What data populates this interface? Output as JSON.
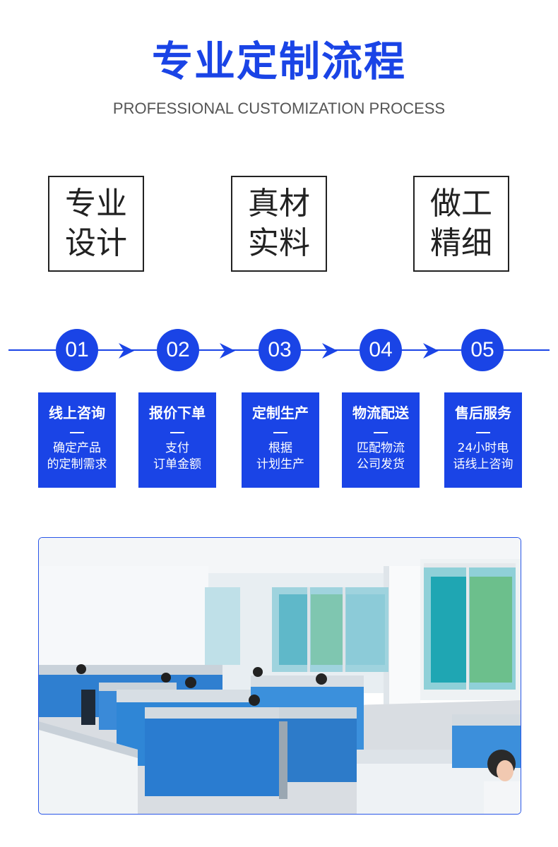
{
  "header": {
    "title": "专业定制流程",
    "subtitle": "PROFESSIONAL CUSTOMIZATION PROCESS"
  },
  "features": [
    {
      "line1": "专业",
      "line2": "设计"
    },
    {
      "line1": "真材",
      "line2": "实料"
    },
    {
      "line1": "做工",
      "line2": "精细"
    }
  ],
  "steps": [
    {
      "number": "01",
      "title": "线上咨询",
      "desc1": "确定产品",
      "desc2": "的定制需求"
    },
    {
      "number": "02",
      "title": "报价下单",
      "desc1": "支付",
      "desc2": "订单金额"
    },
    {
      "number": "03",
      "title": "定制生产",
      "desc1": "根据",
      "desc2": "计划生产"
    },
    {
      "number": "04",
      "title": "物流配送",
      "desc1": "匹配物流",
      "desc2": "公司发货"
    },
    {
      "number": "05",
      "title": "售后服务",
      "desc1": "24小时电",
      "desc2": "话线上咨询"
    }
  ],
  "colors": {
    "brand_blue": "#1a44e6",
    "text_dark": "#222222",
    "text_gray": "#555555"
  },
  "icons": {
    "arrow": "arrow-right-icon"
  },
  "photo": {
    "subject": "office-workspace-photo"
  }
}
